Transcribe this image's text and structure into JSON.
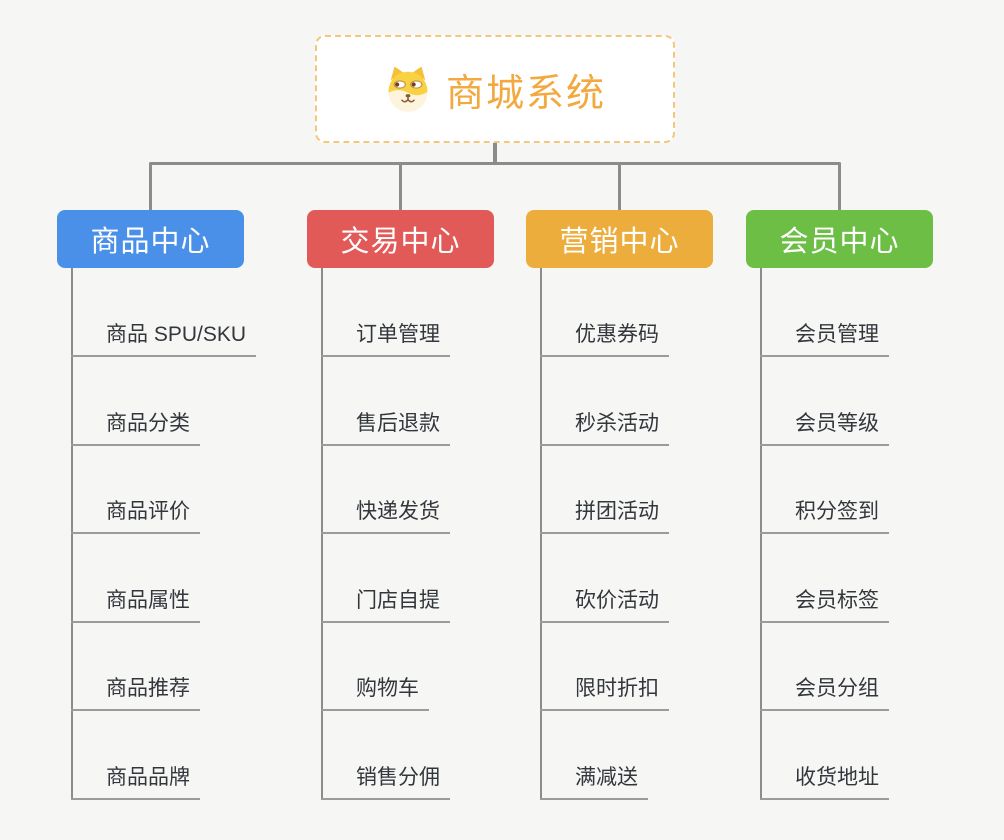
{
  "root": {
    "title": "商城系统",
    "icon": "dog-face-icon"
  },
  "branches": [
    {
      "id": "product-center",
      "label": "商品中心",
      "color": "#4A90E8",
      "children": [
        "商品 SPU/SKU",
        "商品分类",
        "商品评价",
        "商品属性",
        "商品推荐",
        "商品品牌"
      ]
    },
    {
      "id": "trade-center",
      "label": "交易中心",
      "color": "#E25A57",
      "children": [
        "订单管理",
        "售后退款",
        "快递发货",
        "门店自提",
        "购物车",
        "销售分佣"
      ]
    },
    {
      "id": "marketing-center",
      "label": "营销中心",
      "color": "#EDAD3C",
      "children": [
        "优惠券码",
        "秒杀活动",
        "拼团活动",
        "砍价活动",
        "限时折扣",
        "满减送"
      ]
    },
    {
      "id": "member-center",
      "label": "会员中心",
      "color": "#6CBE45",
      "children": [
        "会员管理",
        "会员等级",
        "积分签到",
        "会员标签",
        "会员分组",
        "收货地址"
      ]
    }
  ],
  "colors": {
    "background": "#F6F6F5",
    "connector": "#8C8C8C",
    "underline": "#9B9B9B",
    "root_border": "#F2C87C",
    "root_text": "#F2A93F",
    "leaf_text": "#33373C"
  }
}
